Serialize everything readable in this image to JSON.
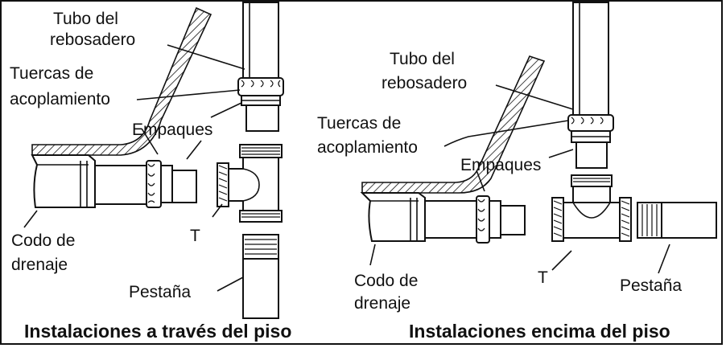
{
  "left_panel": {
    "overflow_tube": [
      "Tubo del",
      "rebosadero"
    ],
    "coupling_nuts": [
      "Tuercas de",
      "acoplamiento"
    ],
    "gaskets": "Empaques",
    "tee": "T",
    "drain_elbow": [
      "Codo de",
      "drenaje"
    ],
    "flange": "Pestaña",
    "caption": "Instalaciones a través del piso"
  },
  "right_panel": {
    "overflow_tube": [
      "Tubo del",
      "rebosadero"
    ],
    "coupling_nuts": [
      "Tuercas de",
      "acoplamiento"
    ],
    "gaskets": "Empaques",
    "tee": "T",
    "drain_elbow": [
      "Codo de",
      "drenaje"
    ],
    "flange": "Pestaña",
    "caption": "Instalaciones encima del piso"
  }
}
